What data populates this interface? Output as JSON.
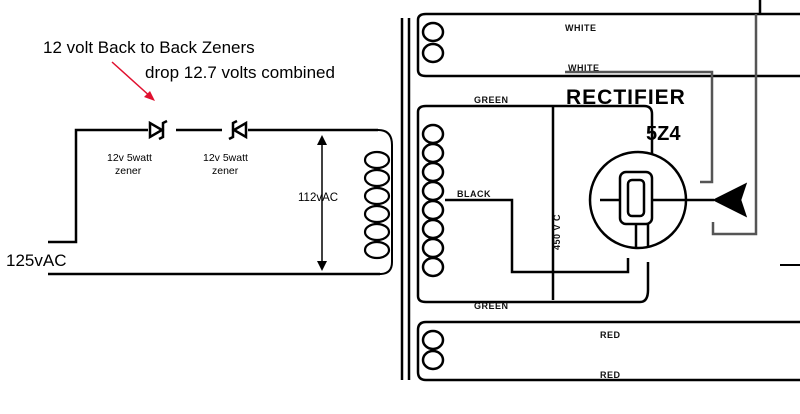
{
  "annotation": {
    "line1": "12 volt Back to Back Zeners",
    "line2": "drop 12.7 volts combined",
    "arrow_color": "#e0102f"
  },
  "zeners": [
    {
      "label_line1": "12v 5watt",
      "label_line2": "zener"
    },
    {
      "label_line1": "12v 5watt",
      "label_line2": "zener"
    }
  ],
  "voltages": {
    "input": "125vAC",
    "transformer": "112vAC"
  },
  "transformer_wires": {
    "white_top": "WHITE",
    "white_bottom": "WHITE",
    "green_top": "GREEN",
    "black": "BLACK",
    "green_bottom": "GREEN",
    "red_top": "RED",
    "red_bottom": "RED"
  },
  "rectifier": {
    "title": "RECTIFIER",
    "tube": "5Z4",
    "capacitor": "450 V C"
  }
}
